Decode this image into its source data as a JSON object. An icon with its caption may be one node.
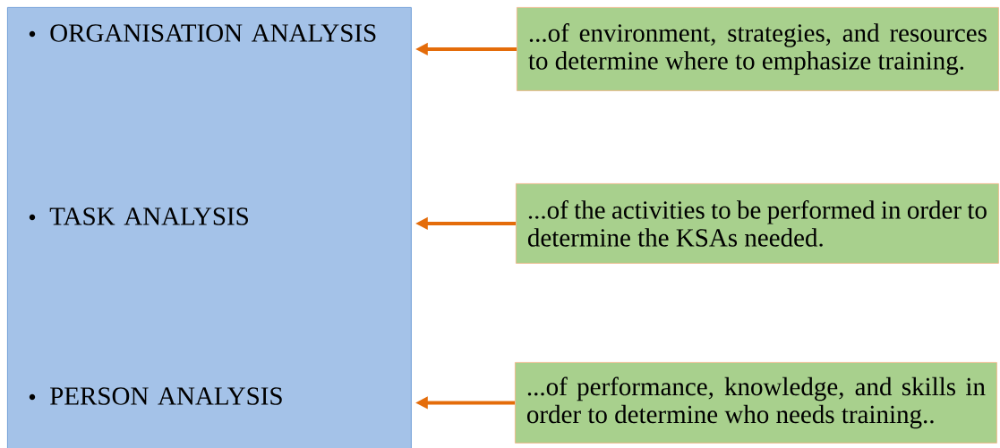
{
  "diagram": {
    "nodes": [
      {
        "text": [],
        "shape": "box"
      },
      {
        "text": [
          "ORGANISATION ANALYSIS"
        ],
        "in": 0
      },
      {
        "text": [
          "...of environment, strategies, and resources to determine where to emphasize training."
        ]
      },
      {
        "text": [
          "TASK ANALYSIS"
        ],
        "in": 0
      },
      {
        "text": [
          "...of the activities to be performed in order to determine the KSAs needed."
        ]
      },
      {
        "text": [
          "PERSON ANALYSIS"
        ],
        "in": 0
      },
      {
        "text": [
          "...of performance, knowledge, and skills in order to determine who needs training.."
        ]
      }
    ],
    "edges": [
      {
        "from": 2,
        "to": 0,
        "arrow": "to"
      },
      {
        "from": 4,
        "to": 0,
        "arrow": "to"
      },
      {
        "from": 6,
        "to": 0,
        "arrow": "to"
      }
    ]
  }
}
